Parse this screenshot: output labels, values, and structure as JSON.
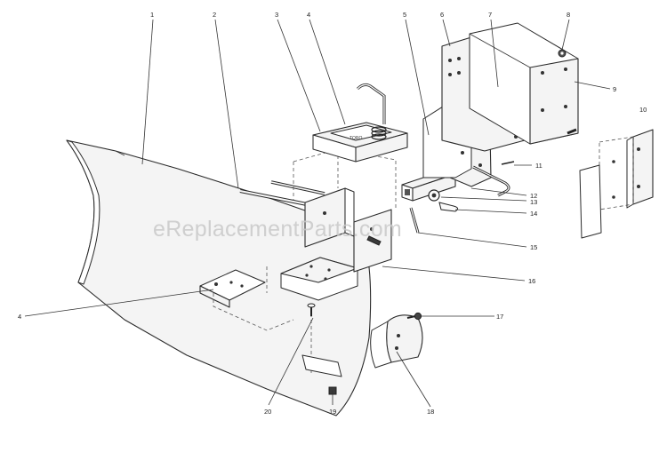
{
  "watermark": "eReplacementParts.com",
  "callouts": {
    "c1": "1",
    "c2": "2",
    "c3": "3",
    "c4a": "4",
    "c4b": "4",
    "c5": "5",
    "c6": "6",
    "c7": "7",
    "c8": "8",
    "c9": "9",
    "c10": "10",
    "c11": "11",
    "c12": "12",
    "c13": "13",
    "c14": "14",
    "c15": "15",
    "c16": "16",
    "c17": "17",
    "c18": "18",
    "c19": "19",
    "c20": "20"
  },
  "decal_text": "TORO"
}
